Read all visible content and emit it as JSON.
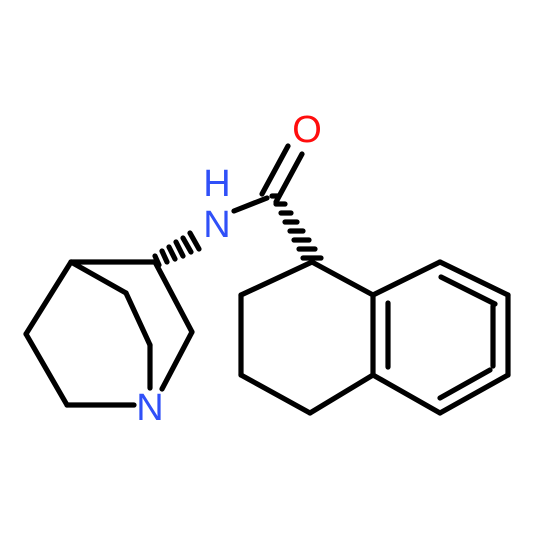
{
  "molecule": {
    "atoms": [
      {
        "id": "O",
        "text": "O",
        "color": "#ff0d0d"
      },
      {
        "id": "NH",
        "text": "H\nN",
        "color": "#3050f8"
      },
      {
        "id": "N_ring",
        "text": "N",
        "color": "#3050f8"
      }
    ],
    "bond_color": "#000000"
  }
}
